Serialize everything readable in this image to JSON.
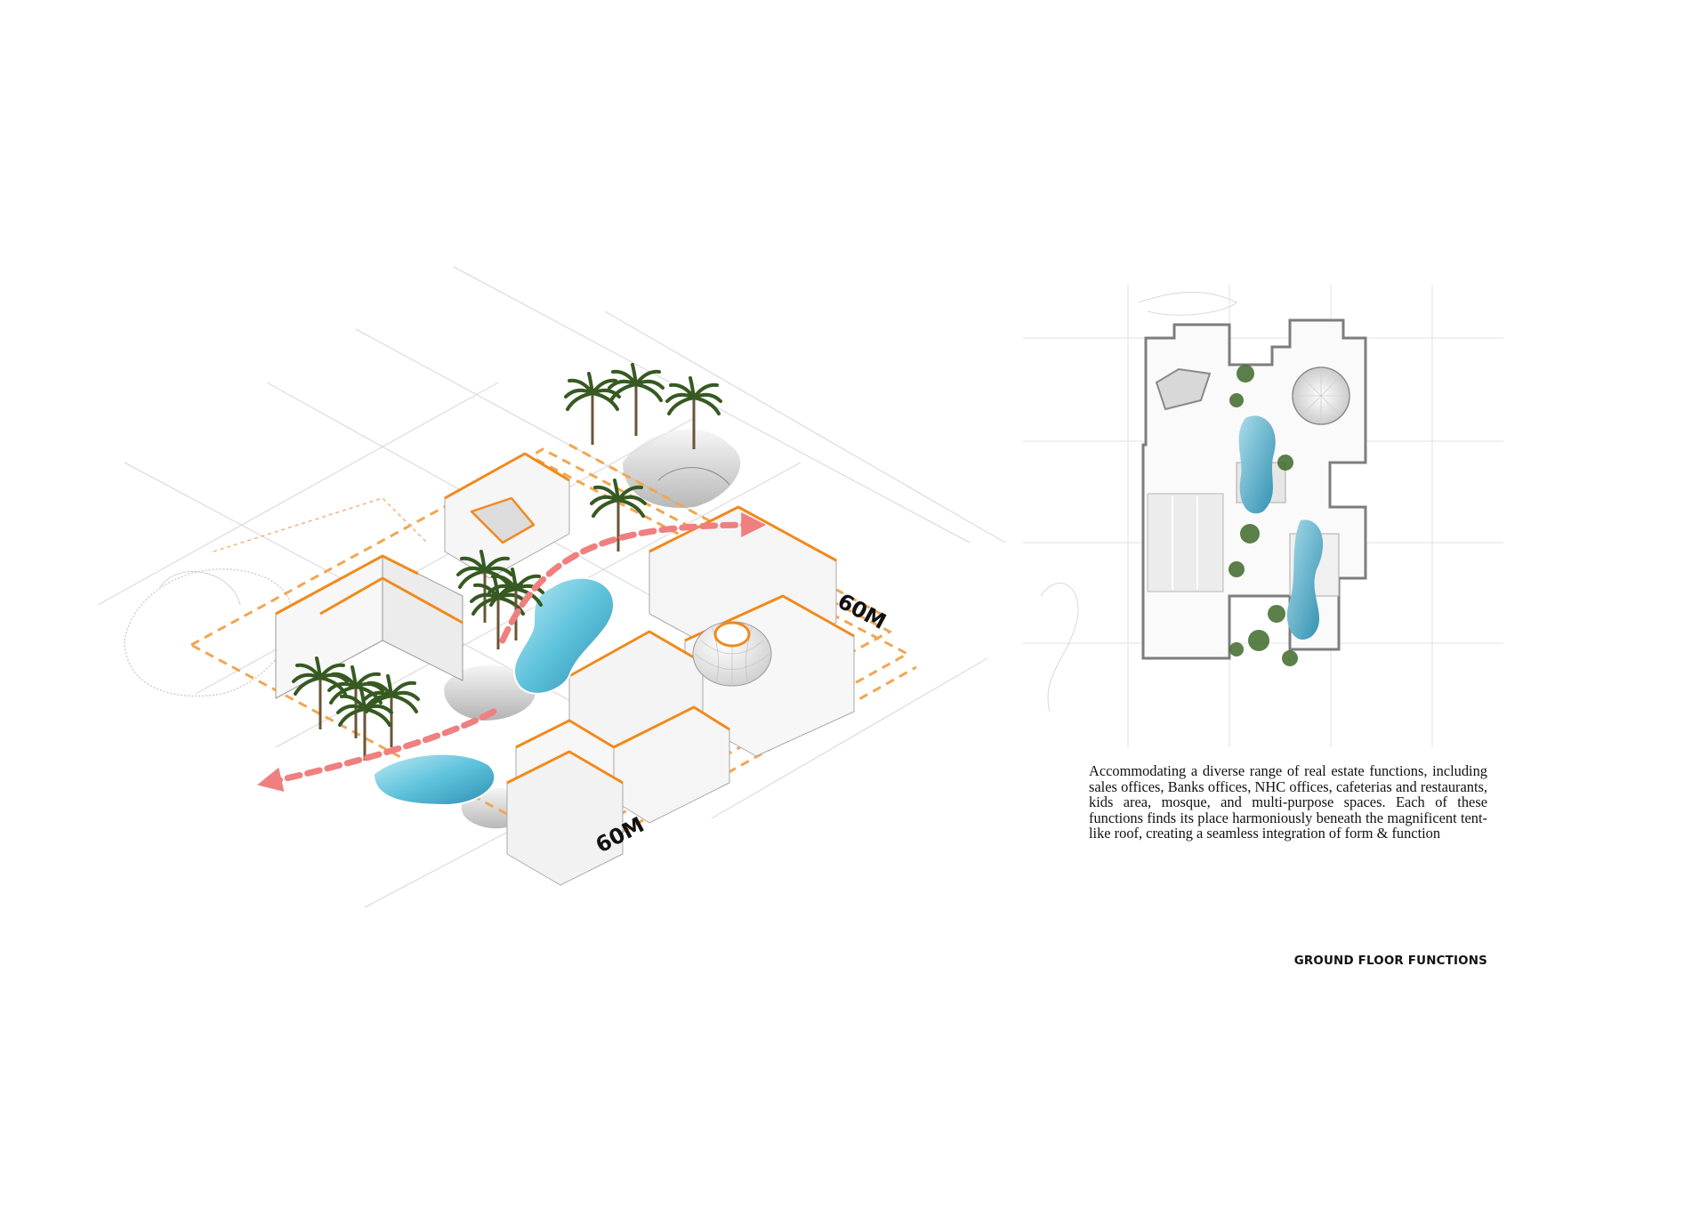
{
  "iso_diagram": {
    "dimension_label_right": "60M",
    "dimension_label_front": "60M",
    "colors": {
      "orange_outline": "#f08a1c",
      "flow_arrow": "#f07f7f",
      "water": "#5ec3dc",
      "wall": "#f4f4f4",
      "shadow": "#b9b9b9",
      "palm": "#3f6a2a"
    }
  },
  "description": "Accommodating a diverse range of real estate functions, including sales offices, Banks offices, NHC offices, cafeterias and restaurants, kids area, mosque, and multi-purpose spaces. Each of these functions finds its place harmoniously beneath the magnificent tent-like roof, creating a seamless integration of form & function",
  "section_title": "GROUND FLOOR FUNCTIONS"
}
